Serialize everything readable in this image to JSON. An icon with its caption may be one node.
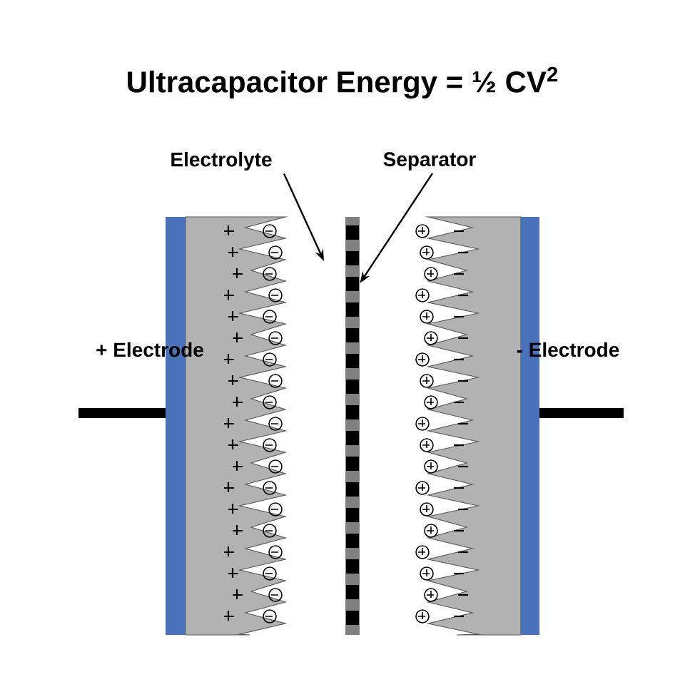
{
  "diagram": {
    "title": "Ultracapacitor Energy = ½ CV$^{2}$",
    "nodes": [
      {
        "text": [
          "Electrolyte"
        ]
      },
      {
        "text": [
          "Separator"
        ]
      },
      {
        "text": [],
        "shape": "bar"
      }
    ],
    "edges": [
      {
        "from": 0,
        "to": null,
        "arrow": "to"
      },
      {
        "from": 1,
        "to": 2,
        "arrow": "to"
      }
    ],
    "labels": [
      "+ Electrode",
      "- Electrode"
    ]
  }
}
